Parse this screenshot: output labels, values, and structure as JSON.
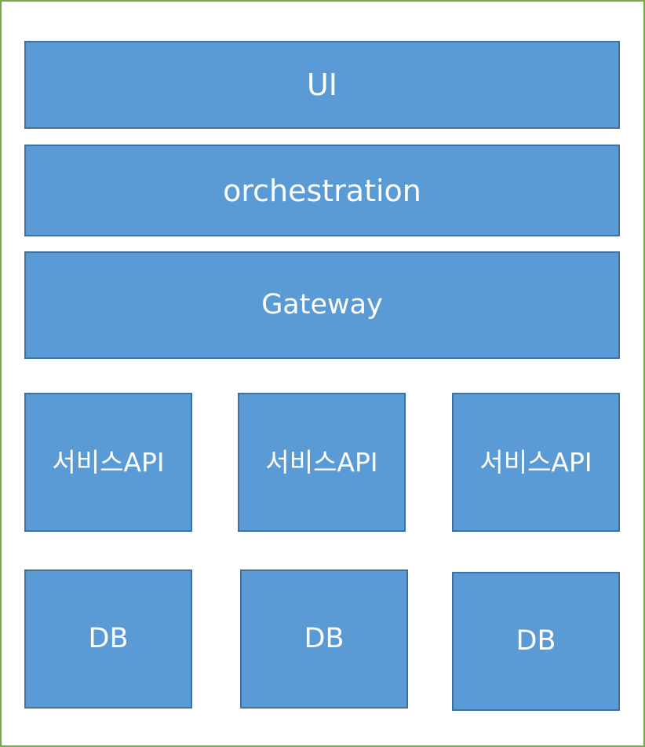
{
  "diagram": {
    "layers": {
      "ui": "UI",
      "orchestration": "orchestration",
      "gateway": "Gateway"
    },
    "services": [
      "서비스API",
      "서비스API",
      "서비스API"
    ],
    "databases": [
      "DB",
      "DB",
      "DB"
    ]
  },
  "colors": {
    "box_fill": "#5b9bd5",
    "box_border": "#41719c",
    "frame_border": "#70ad47",
    "text": "#ffffff"
  }
}
